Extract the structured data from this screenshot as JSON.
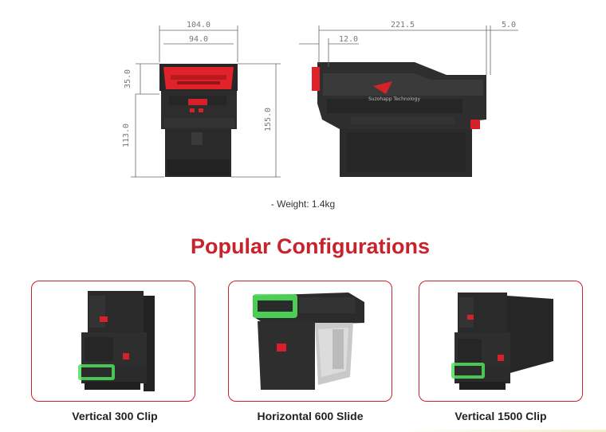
{
  "drawing": {
    "front": {
      "width_outer": "104.0",
      "width_inner": "94.0",
      "height_top": "35.0",
      "height_lower": "113.0",
      "height_total": "155.0"
    },
    "side": {
      "length_total": "221.5",
      "offset_front": "12.0",
      "offset_back": "5.0"
    },
    "weight": "- Weight: 1.4kg"
  },
  "section": {
    "title": "Popular Configurations"
  },
  "configurations": [
    {
      "caption": "Vertical 300 Clip"
    },
    {
      "caption": "Horizontal 600 Slide"
    },
    {
      "caption": "Vertical 1500 Clip"
    }
  ],
  "colors": {
    "accent": "#c8232c",
    "bezel_red": "#e0232a",
    "body_dark": "#2b2b2b",
    "led_green": "#4ee05a"
  }
}
